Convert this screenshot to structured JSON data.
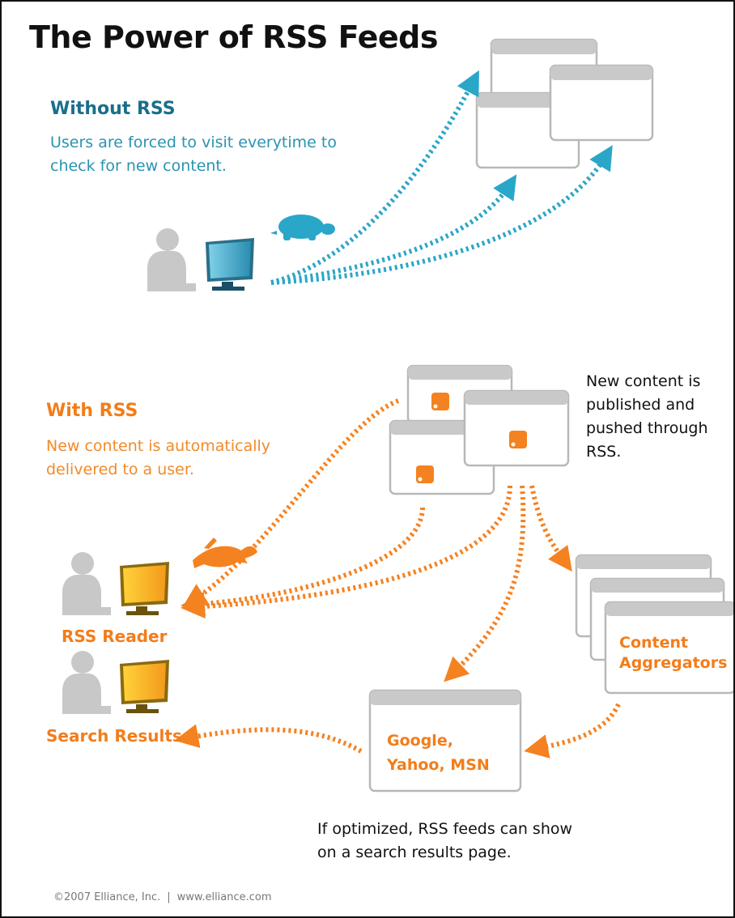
{
  "title": "The Power of RSS Feeds",
  "without_rss": {
    "heading": "Without RSS",
    "description": "Users are forced to visit everytime to check for new content."
  },
  "with_rss": {
    "heading": "With RSS",
    "description": "New content is automatically delivered to a user."
  },
  "publish_note": "New content is published and pushed through RSS.",
  "rss_reader_label": "RSS Reader",
  "search_results_label": "Search Results",
  "aggregators_label": "Content Aggregators",
  "search_engines_label": "Google, Yahoo, MSN",
  "optimized_note": "If optimized, RSS feeds can show on a search results page.",
  "footer": {
    "copyright": "©2007 Elliance, Inc.",
    "separator": "|",
    "website": "www.elliance.com"
  },
  "colors": {
    "without_rss": "#2aa6c9",
    "with_rss": "#f58220",
    "window_border": "#b8b8b8",
    "person": "#c8c8c8"
  }
}
